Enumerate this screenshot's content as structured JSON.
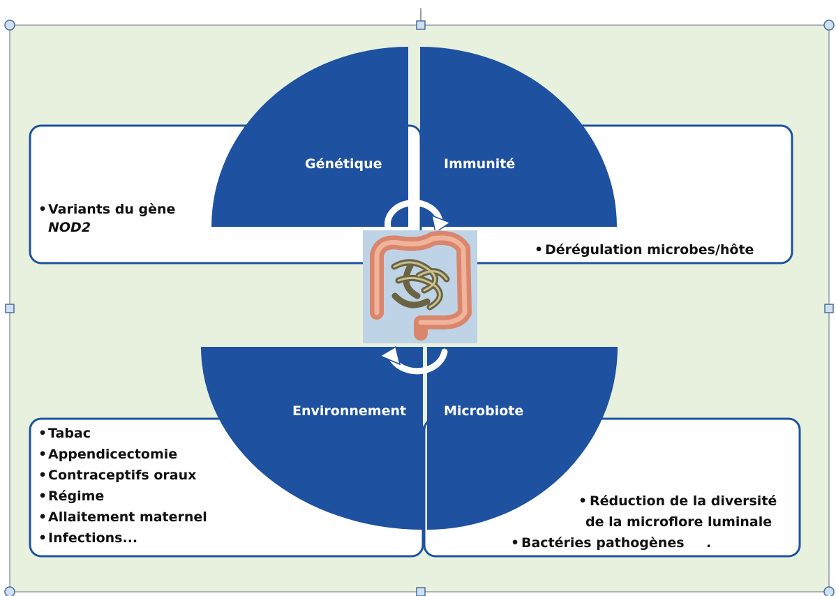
{
  "colors": {
    "canvas_background": "#e7f1de",
    "segment_fill": "#1e52a0",
    "box_border": "#1e52a0",
    "box_fill": "#ffffff",
    "arrow_color": "#ffffff",
    "gut_background": "#bfd3e6",
    "selection_handle_fill": "#cfe0f0",
    "selection_handle_stroke": "#4a6f9a"
  },
  "icons": {
    "center_image": "intestine-image",
    "cycle_arrows": "circular-arrows-icon"
  },
  "quadrants": {
    "genetique": "Génétique",
    "immunite": "Immunité",
    "environnement": "Environnement",
    "microbiote": "Microbiote"
  },
  "boxes": {
    "genetique": {
      "bullet": "•",
      "line1": "Variants du gène",
      "line2": "NOD2"
    },
    "immunite": {
      "bullet": "•",
      "line1": "Dérégulation microbes/hôte"
    },
    "environnement": {
      "bullet": "•",
      "items": [
        "Tabac",
        "Appendicectomie",
        "Contraceptifs oraux",
        "Régime",
        "Allaitement maternel",
        "Infections..."
      ]
    },
    "microbiote": {
      "bullet": "•",
      "line1": "Réduction de la diversité",
      "line2": "de la microflore luminale",
      "line3": "Bactéries pathogènes",
      "trailing_dot": "."
    }
  }
}
